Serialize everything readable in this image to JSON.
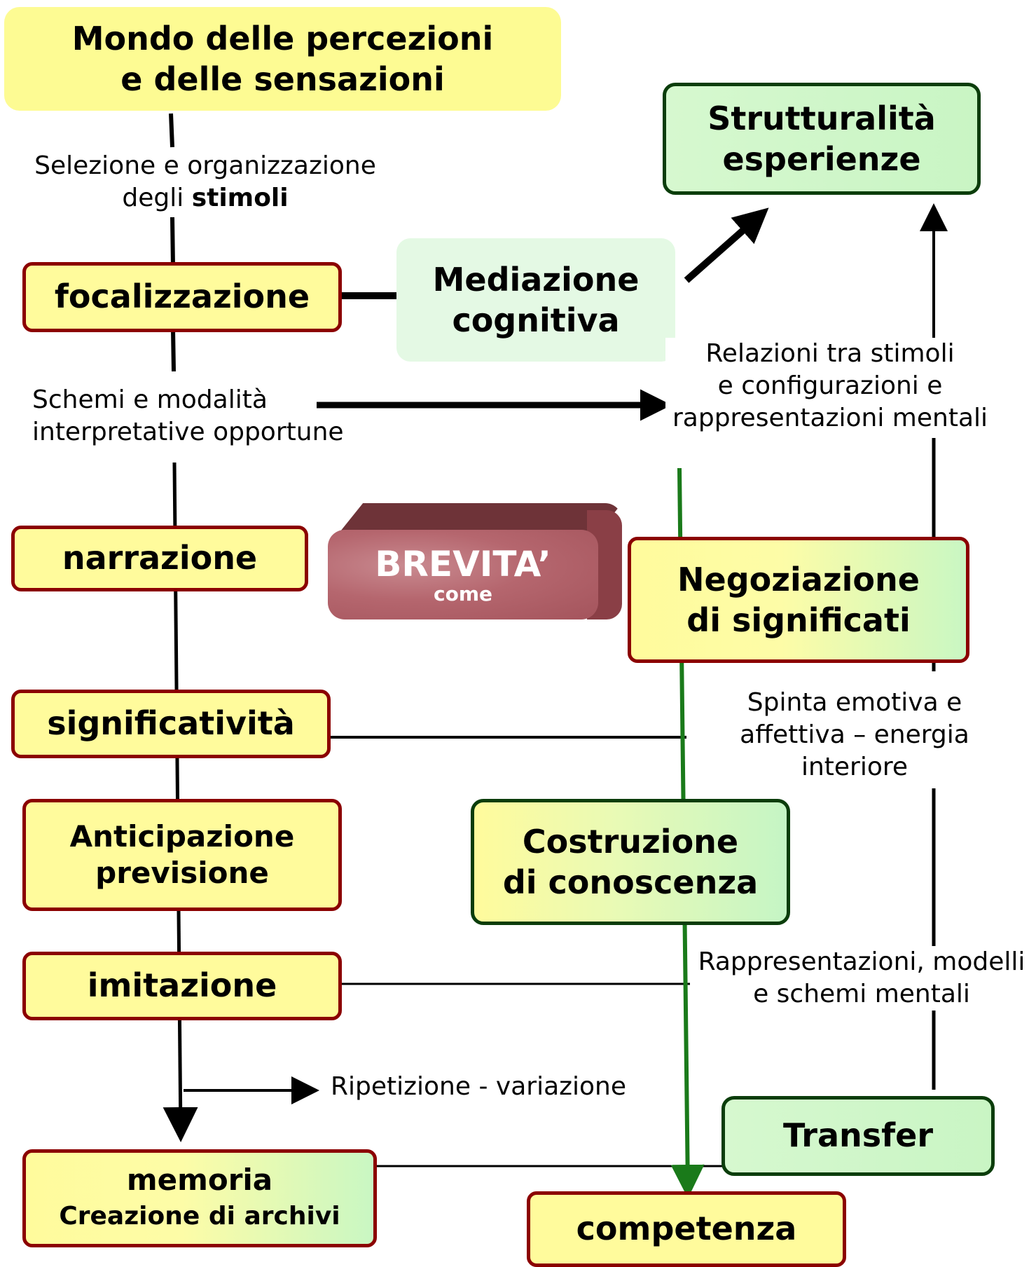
{
  "colors": {
    "box_border_red": "#8b0000",
    "box_border_green": "#0b3d0b",
    "box_fill_yellow": "#fffb9c",
    "box_fill_green": "#c9f5c4",
    "title_fill": "#fdfb93",
    "mediazione_fill": "#e4f9e4",
    "green_line": "#1a7a1a",
    "brevita_fill": "#b5666e"
  },
  "title": {
    "line1": "Mondo delle percezioni",
    "line2": "e delle sensazioni"
  },
  "left_column": {
    "selezione_line1": "Selezione e organizzazione",
    "selezione_line2_prefix": "degli ",
    "selezione_line2_bold": "stimoli",
    "focalizzazione": "focalizzazione",
    "schemi_line1": "Schemi e modalità",
    "schemi_line2": "interpretative opportune",
    "narrazione": "narrazione",
    "significativita": "significatività",
    "anticipazione_line1": "Anticipazione",
    "anticipazione_line2": "previsione",
    "imitazione": "imitazione",
    "ripetizione": "Ripetizione - variazione",
    "memoria_line1": "memoria",
    "memoria_line2": "Creazione di archivi"
  },
  "center": {
    "mediazione_line1": "Mediazione",
    "mediazione_line2": "cognitiva",
    "brevita": "BREVITA’",
    "brevita_sub": "come",
    "costruzione_line1": "Costruzione",
    "costruzione_line2": "di conoscenza",
    "competenza": "competenza"
  },
  "right_column": {
    "strutturalita_line1": "Strutturalità",
    "strutturalita_line2": "esperienze",
    "relazioni_line1": "Relazioni tra stimoli",
    "relazioni_line2": "e configurazioni e",
    "relazioni_line3": "rappresentazioni mentali",
    "negoziazione_line1": "Negoziazione",
    "negoziazione_line2": "di significati",
    "spinta_line1": "Spinta emotiva e",
    "spinta_line2": "affettiva – energia",
    "spinta_line3": "interiore",
    "rappresentazioni_line1": "Rappresentazioni, modelli",
    "rappresentazioni_line2": "e schemi mentali",
    "transfer": "Transfer"
  }
}
